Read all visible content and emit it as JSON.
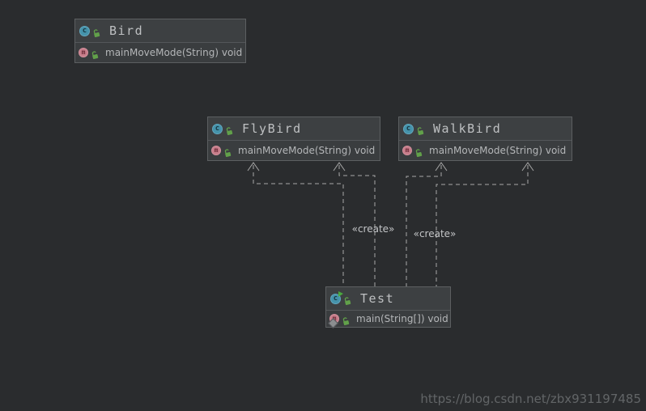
{
  "classes": [
    {
      "id": "bird",
      "name": "Bird",
      "members": [
        {
          "label": "mainMoveMode(String) void"
        }
      ]
    },
    {
      "id": "flybird",
      "name": "FlyBird",
      "members": [
        {
          "label": "mainMoveMode(String) void"
        }
      ]
    },
    {
      "id": "walkbird",
      "name": "WalkBird",
      "members": [
        {
          "label": "mainMoveMode(String) void"
        }
      ]
    },
    {
      "id": "test",
      "name": "Test",
      "icon_overlay": "run-arrow",
      "members": [
        {
          "label": "main(String[]) void"
        }
      ]
    }
  ],
  "icons": {
    "class_letter": "c",
    "method_letter": "m",
    "visibility": "unlocked-padlock-green"
  },
  "edges": [
    {
      "from": "Test",
      "to": "FlyBird",
      "type": "create-dependency"
    },
    {
      "from": "Test",
      "to": "FlyBird",
      "type": "create-dependency",
      "label": "«create»"
    },
    {
      "from": "Test",
      "to": "WalkBird",
      "type": "create-dependency"
    },
    {
      "from": "Test",
      "to": "WalkBird",
      "type": "create-dependency",
      "label": "«create»"
    }
  ],
  "watermark": {
    "text": "https://blog.csdn.net/zbx931197485"
  },
  "colors": {
    "canvas_bg": "#2a2c2e",
    "node_bg": "#3c3f41",
    "node_border": "#5c5f61",
    "title_text": "#bec0c2",
    "member_text": "#b4b6b8",
    "class_icon": "#4593ab",
    "method_icon": "#c77d8a",
    "lock_green": "#62a14a",
    "edge_line": "#a8a8a8",
    "edge_label_text": "#c3c5c7",
    "watermark_text": "#626567"
  }
}
